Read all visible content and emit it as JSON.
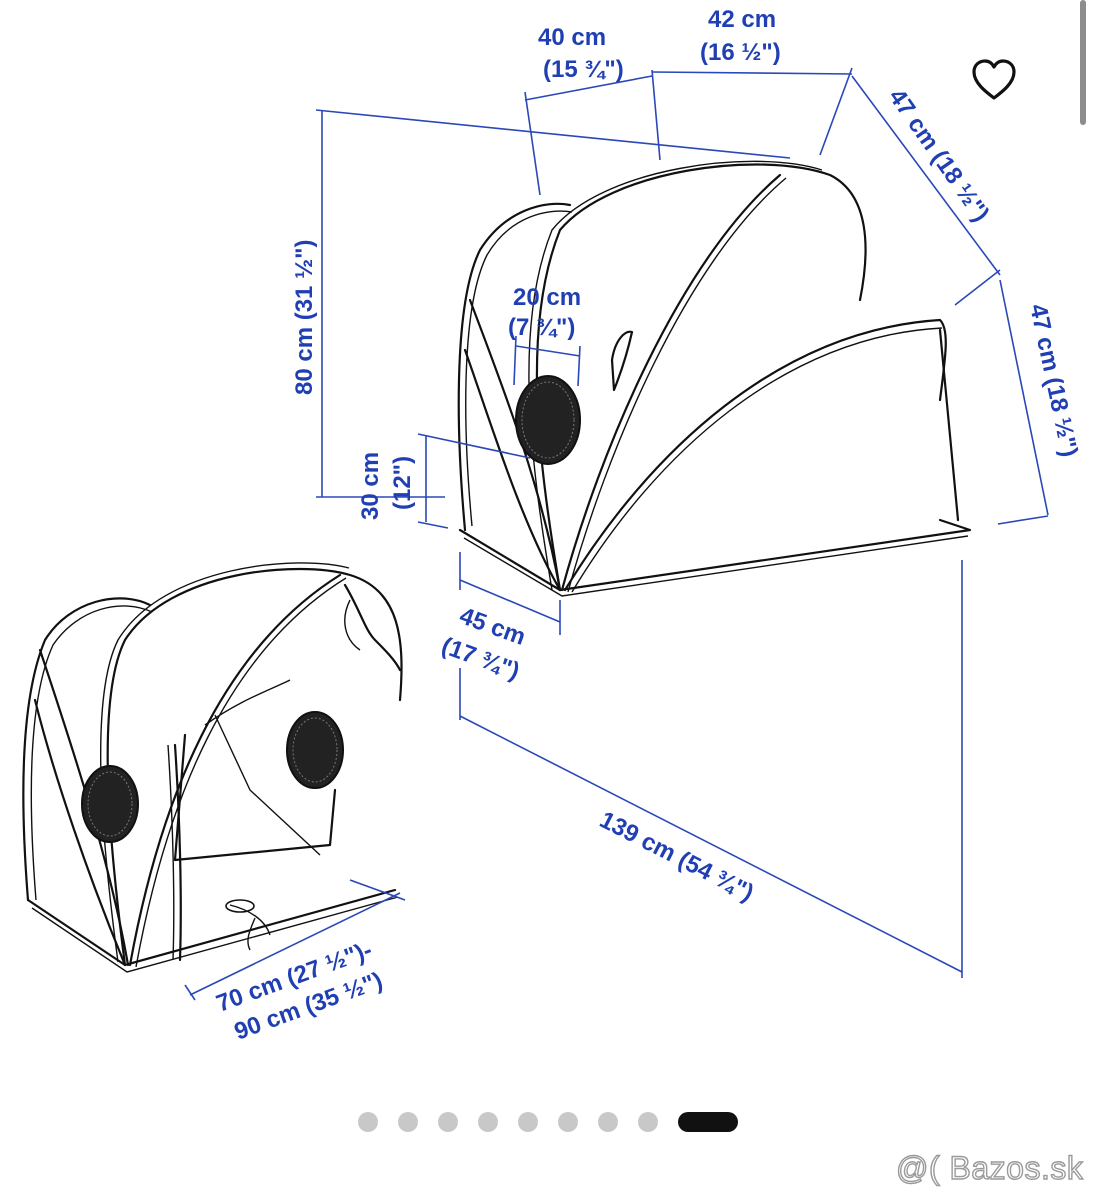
{
  "watermark": "@( Bazos.sk",
  "favorite_icon": "heart-outline-icon",
  "gallery": {
    "dot_count": 9,
    "active_index": 8
  },
  "dimensions": {
    "top_width_cm": "40 cm",
    "top_width_in": "(15 ¾\")",
    "top_depth_cm": "42 cm",
    "top_depth_in": "(16 ½\")",
    "side_upper_cm": "47 cm (18 ½\")",
    "side_lower": "47 cm (18 ½\")",
    "height": "80 cm (31 ½\")",
    "window_cm": "20 cm",
    "window_in": "(7 ¾\")",
    "window_height_cm": "30 cm",
    "window_height_in": "(12\")",
    "base_width_cm": "45 cm",
    "base_width_in": "(17 ¾\")",
    "length": "139 cm (54 ¾\")",
    "bed_width_line1": "70 cm (27 ½\")-",
    "bed_width_line2": "90 cm (35 ½\")"
  },
  "colors": {
    "dimension": "#1f3fb3",
    "line": "#111111",
    "dot_inactive": "#c8c8c8",
    "dot_active": "#111111"
  }
}
